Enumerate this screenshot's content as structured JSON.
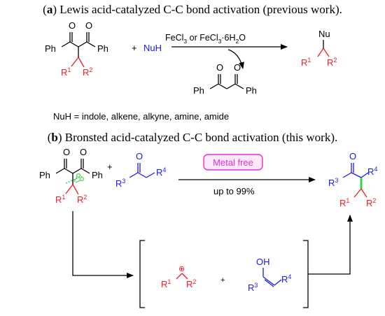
{
  "captions": {
    "a": {
      "letter": "a",
      "text": "Lewis acid-catalyzed C-C bond activation (previous work)."
    },
    "b": {
      "letter": "b",
      "text": "Bronsted acid-catalyzed C-C bond activation (this work)."
    }
  },
  "labels": {
    "ph": "Ph",
    "o": "O",
    "oh": "OH",
    "nu": "Nu",
    "plus": "+",
    "nuh": "NuH",
    "r": "R",
    "sub1": "1",
    "sub2": "2",
    "sub3": "3",
    "sub4": "4",
    "sub_cl3": "3",
    "fe": "Fe",
    "cl": "Cl",
    "or": " or ",
    "hydrate": "·6H",
    "sub_h2o": "2",
    "o_end": "O",
    "nuh_scope": "NuH = indole, alkene, alkyne, amine, amide",
    "metal_free": "Metal free",
    "yield": "up to 99%",
    "plus_cation": "⊕"
  },
  "colors": {
    "red": "#ee1c25",
    "blue": "#1a1ae6",
    "green": "#3ad04a",
    "magenta": "#e42fd2",
    "black": "#000000"
  }
}
